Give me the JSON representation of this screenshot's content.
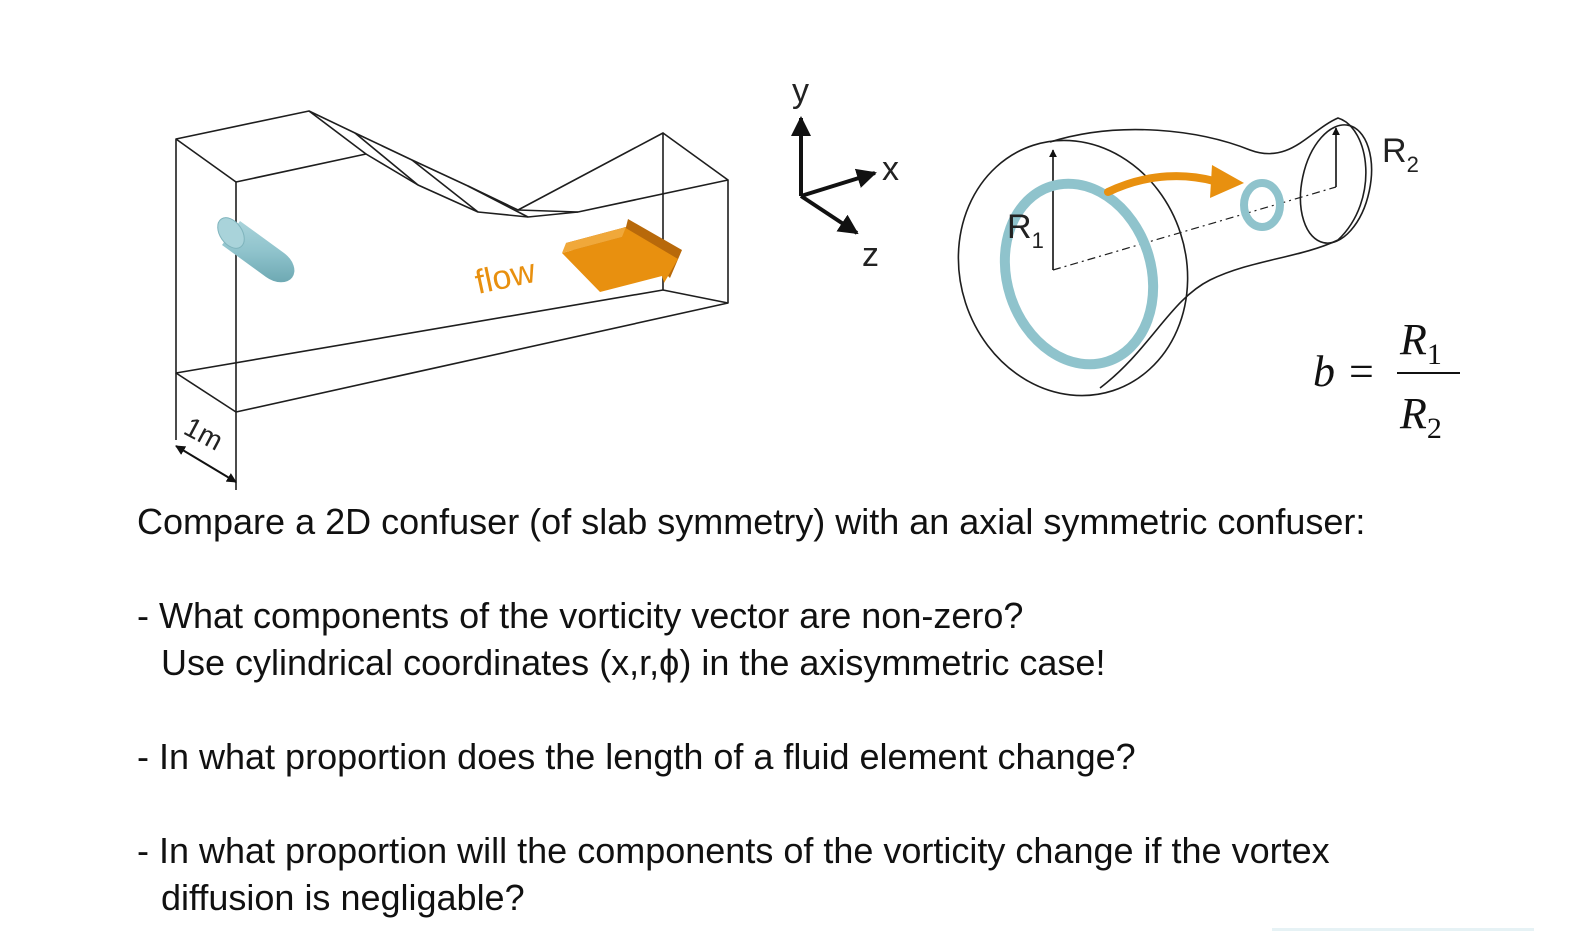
{
  "slab": {
    "flow_label": "flow",
    "depth_label": "1m"
  },
  "axes": {
    "y_label": "y",
    "x_label": "x",
    "z_label": "z"
  },
  "axisym": {
    "r1_label": "R",
    "r1_sub": "1",
    "r2_label": "R",
    "r2_sub": "2"
  },
  "formula": {
    "lhs": "b",
    "equals": "=",
    "num": "R",
    "num_sub": "1",
    "den": "R",
    "den_sub": "2"
  },
  "colors": {
    "vortex_teal": "#8fc3cc",
    "flow_orange": "#e8900f",
    "line": "#1e1e1e"
  },
  "text": {
    "intro": "Compare a 2D confuser (of slab symmetry) with an axial symmetric confuser:",
    "q1_line1": "- What components of the vorticity vector are non-zero?",
    "q1_line2": "Use cylindrical coordinates (x,r,ϕ) in the axisymmetric case!",
    "q2": "- In what proportion does the length of a fluid element change?",
    "q3_line1": "- In what proportion will the components of the vorticity change if the vortex",
    "q3_line2": "diffusion is negligable?"
  }
}
